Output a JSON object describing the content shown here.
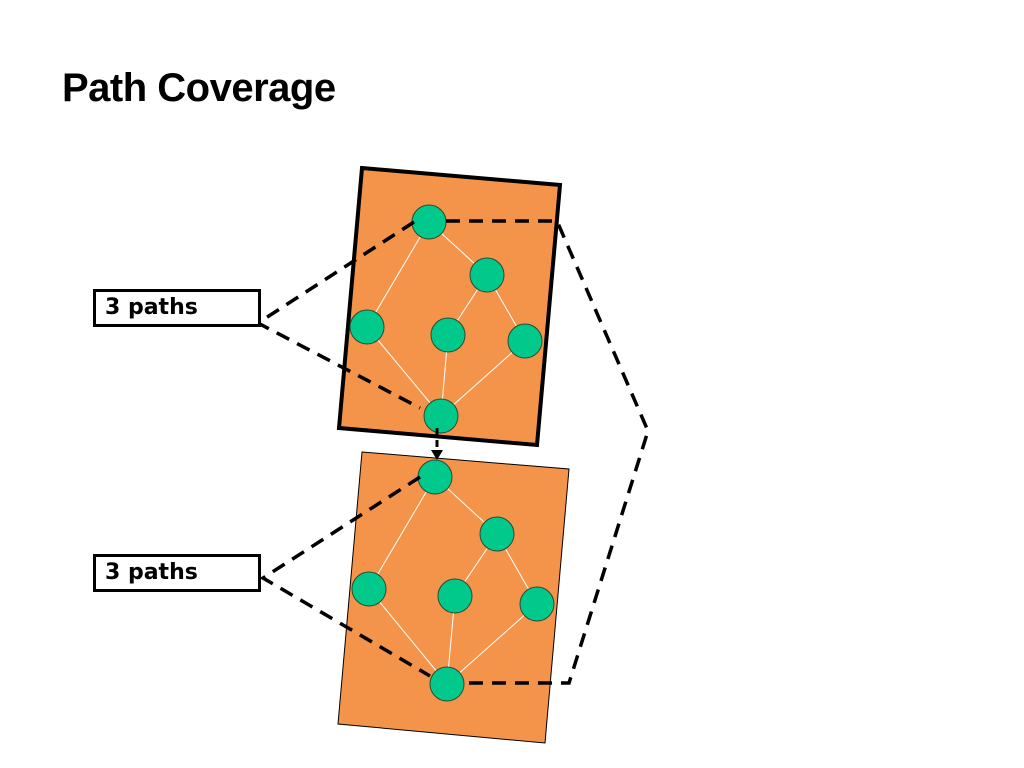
{
  "slide": {
    "title": "Path Coverage"
  },
  "labels": {
    "top": "3 paths",
    "bottom": "3 paths"
  },
  "colors": {
    "block_fill": "#f4944a",
    "node_fill": "#00c98b",
    "edge": "#ffffff",
    "dashed": "#000000"
  }
}
